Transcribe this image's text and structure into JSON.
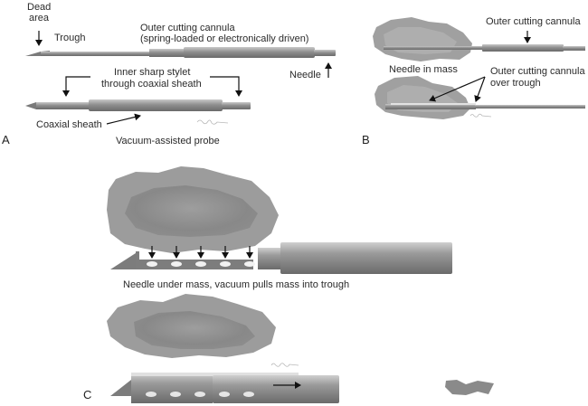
{
  "figure": {
    "panels": [
      {
        "letter": "A",
        "labels": {
          "dead_area_line1": "Dead",
          "dead_area_line2": "area",
          "trough": "Trough",
          "outer_cannula_line1": "Outer cutting cannula",
          "outer_cannula_line2": "(spring-loaded or electronically driven)",
          "needle": "Needle",
          "stylet_line1": "Inner sharp stylet",
          "stylet_line2": "through coaxial sheath",
          "coaxial_sheath": "Coaxial sheath",
          "caption": "Vacuum-assisted probe"
        }
      },
      {
        "letter": "B",
        "labels": {
          "outer_cannula": "Outer cutting cannula",
          "needle_in_mass": "Needle in mass",
          "over_trough_line1": "Outer cutting cannula",
          "over_trough_line2": "over trough"
        }
      },
      {
        "letter": "C",
        "labels": {
          "caption": "Needle under mass, vacuum pulls mass into trough"
        },
        "vacuum_holes": 5
      }
    ],
    "colors": {
      "mass_outer": "#9a9a9a",
      "mass_inner": "#7f7f7f",
      "instrument": "#8c8c8c",
      "instrument_dark": "#6e6e6e",
      "text": "#222222"
    }
  }
}
